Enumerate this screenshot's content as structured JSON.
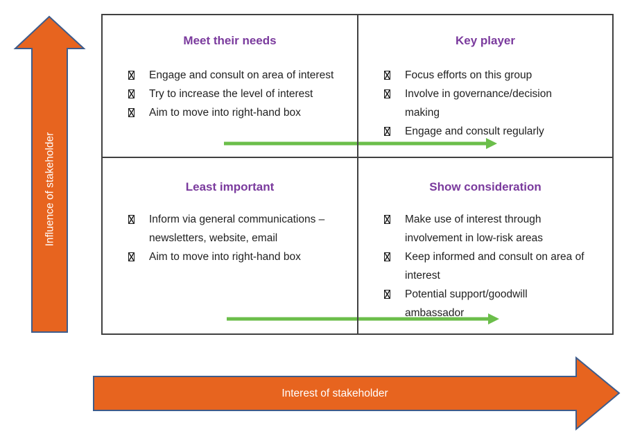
{
  "diagram": {
    "type": "stakeholder-influence-interest-matrix"
  },
  "axes": {
    "y_label": "Influence of stakeholder",
    "x_label": "Interest of stakeholder"
  },
  "quadrants": [
    {
      "position": "top-left",
      "title": "Meet their needs",
      "items": [
        "Engage and consult on area of interest",
        "Try to increase the level of interest",
        "Aim to move into right-hand box"
      ]
    },
    {
      "position": "top-right",
      "title": "Key player",
      "items": [
        "Focus efforts on this group",
        "Involve in governance/decision making",
        "Engage and consult regularly"
      ]
    },
    {
      "position": "bottom-left",
      "title": "Least important",
      "items": [
        "Inform via general communications – newsletters, website, email",
        "Aim to move into right-hand box"
      ]
    },
    {
      "position": "bottom-right",
      "title": "Show consideration",
      "items": [
        "Make use of interest through involvement in low-risk areas",
        "Keep informed and consult on area of interest",
        "Potential support/goodwill ambassador"
      ]
    }
  ],
  "icons": {
    "bullet": "boxed-x-bullet-icon",
    "y_axis": "up-arrow-icon",
    "x_axis": "right-arrow-icon",
    "trend": "green-right-arrow-icon"
  },
  "colors": {
    "axis_arrow_fill": "#e7641f",
    "axis_arrow_border": "#3d5c8c",
    "axis_label_text": "#ffffff",
    "trend_arrow_green": "#6bbe4a",
    "quadrant_title_purple": "#7a3a9d",
    "box_border_gray": "#404040",
    "body_text": "#212121"
  }
}
